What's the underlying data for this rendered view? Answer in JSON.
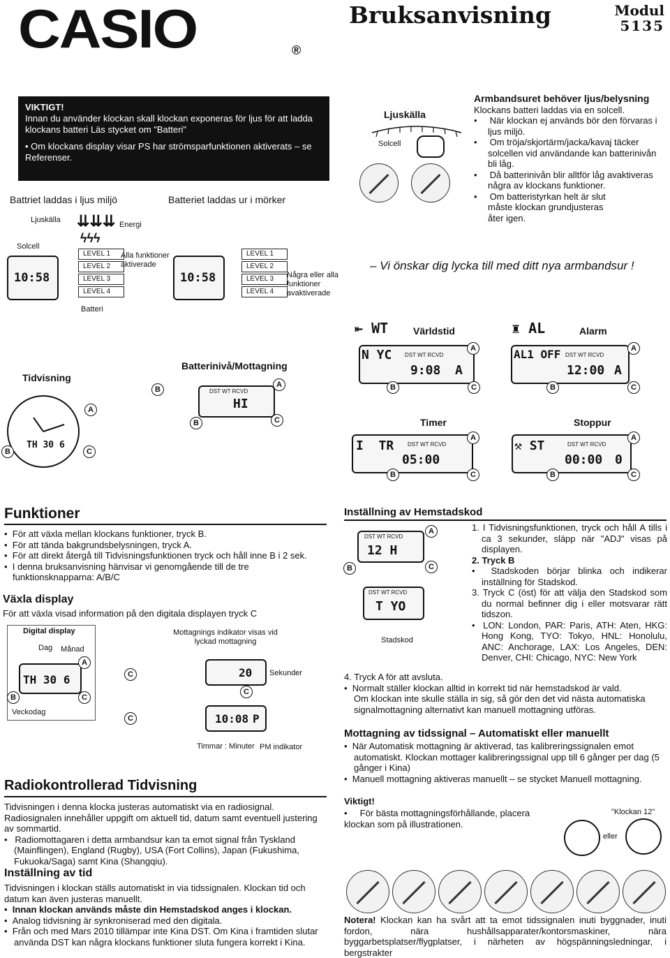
{
  "header": {
    "logo": "CASIO",
    "logo_mark": "®",
    "title": "Bruksanvisning",
    "modul_label": "Modul",
    "modul_number": "5135"
  },
  "warning": {
    "title": "VIKTIGT!",
    "line1": "Innan du använder klockan skall klockan exponeras för ljus för att ladda klockans batteri",
    "line2": "Läs stycket om \"Batteri\"",
    "bullet": "Om klockans display visar PS har strömsparfunktionen aktiverats – se Referenser."
  },
  "charging": {
    "light_title": "Battriet laddas i ljus miljö",
    "dark_title": "Batteriet laddas ur i mörker",
    "light_source": "Ljuskälla",
    "energy": "Energi",
    "solar_cell": "Solcell",
    "battery": "Batteri",
    "time": "10:58",
    "levels": [
      "LEVEL 1",
      "LEVEL 2",
      "LEVEL 3",
      "LEVEL 4"
    ],
    "all_active": "Alla funktioner aktiverade",
    "some_inactive": "Några eller alla funktioner avaktiverade"
  },
  "light_box": {
    "title": "Ljuskälla",
    "solcell": "Solcell"
  },
  "strap": {
    "title": "Armbandsuret behöver ljus/belysning",
    "intro": "Klockans batteri laddas via en solcell.",
    "bullets": [
      "När klockan ej används bör den förvaras i ljus miljö.",
      "Om tröja/skjortärm/jacka/kavaj täcker solcellen vid användande kan batterinivån bli låg.",
      "Då batterinivån blir alltför låg avaktiveras några av klockans funktioner.",
      "Om batteristyrkan helt är slut måste klockan grundjusteras åter igen."
    ],
    "wish": "– Vi önskar dig lycka till med ditt nya armbandsur !"
  },
  "modes": {
    "timekeeping": "Tidvisning",
    "battery_receive": "Batterinivå/Mottagning",
    "world_time": "Världstid",
    "alarm": "Alarm",
    "timer": "Timer",
    "stopwatch": "Stoppur",
    "dst": "DST",
    "wt": "WT",
    "rcvd": "RCVD",
    "btn_a": "A",
    "btn_b": "B",
    "btn_c": "C",
    "hi_display": "HI",
    "wt_code": "WT",
    "nyc_display": "N YC",
    "nyc_time": "9:08",
    "al_code": "AL",
    "al1_display": "AL1 OFF",
    "al1_time": "12:00",
    "tr_code": "TR",
    "timer_time": "05:00",
    "st_code": "ST",
    "st_time": "00:00",
    "st_sub": "0",
    "mode_suffix": "A",
    "th_day": "TH",
    "th_date": "30",
    "th_sub": "6"
  },
  "funktioner": {
    "title": "Funktioner",
    "bullets": [
      "För att växla mellan klockans funktioner, tryck B.",
      "För att tända bakgrundsbelysningen, tryck A.",
      "För att direkt återgå till Tidvisningsfunktionen tryck och håll inne B i 2 sek.",
      "I denna bruksanvisning hänvisar vi genomgående till de tre funktionsknapparna: A/B/C"
    ]
  },
  "vaxla": {
    "title": "Växla display",
    "text": "För att växla visad information på den digitala displayen tryck C",
    "digital_display": "Digital display",
    "dag": "Dag",
    "manad": "Månad",
    "veckodag": "Veckodag",
    "mottagning": "Mottagnings indikator visas vid lyckad mottagning",
    "sekunder": "Sekunder",
    "timmar": "Timmar : Minuter",
    "pm": "PM indikator",
    "seconds_value": "20",
    "time_value": "10:08",
    "pm_value": "P"
  },
  "radio": {
    "title": "Radiokontrollerad Tidvisning",
    "p1": "Tidvisningen i denna klocka justeras automatiskt via en radiosignal. Radiosignalen innehåller uppgift om aktuell tid, datum samt eventuell justering av sommartid.",
    "bullet": "Radiomottagaren i detta armbandsur kan ta emot signal från Tyskland (Mainflingen), England (Rugby), USA (Fort Collins), Japan (Fukushima, Fukuoka/Saga) samt Kina (Shangqiu)."
  },
  "installning_tid": {
    "title": "Inställning av tid",
    "p1": "Tidvisningen i klockan ställs automatiskt in via tidssignalen. Klockan tid och datum kan även justeras manuellt.",
    "bullets": [
      "Innan klockan används måste din Hemstadskod anges i klockan.",
      "Analog tidvisning är synkroniserad med den digitala.",
      "Från och med Mars 2010 tillämpar inte Kina DST. Om Kina i framtiden slutar använda DST kan några klockans funktioner sluta fungera korrekt i Kina."
    ]
  },
  "hemstad": {
    "title": "Inställning av Hemstadskod",
    "steps": [
      "1. I Tidvisningsfunktionen, tryck och håll A tills i ca 3 sekunder, släpp när \"ADJ\" visas på displayen.",
      "2. Tryck B",
      "Stadskoden börjar blinka och indikerar inställning för Stadskod.",
      "3. Tryck C (öst) för att välja den Stadskod som du normal befinner dig i eller motsvarar rätt tidszon.",
      "LON: London, PAR: Paris, ATH: Aten, HKG: Hong Kong, TYO: Tokyo, HNL: Honolulu, ANC: Anchorage, LAX: Los Angeles, DEN: Denver, CHI: Chicago, NYC: New York"
    ],
    "step4": "4. Tryck A för att avsluta.",
    "bullet": "Normalt ställer klockan alltid in korrekt tid när hemstadskod är vald.",
    "bullet_cont": "Om klockan inte skulle ställa in sig, så gör den det vid nästa automatiska signalmottagning alternativt kan manuell mottagning utföras.",
    "stadskod": "Stadskod",
    "disp1": "12 H",
    "disp2": "T YO"
  },
  "mottagning": {
    "title": "Mottagning av tidssignal – Automatiskt eller manuellt",
    "bullets": [
      "När Automatisk mottagning är aktiverad, tas kalibreringssignalen emot automatiskt. Klockan mottager kalibreringssignal upp till 6 gånger per dag (5 gånger i Kina)",
      "Manuell mottagning aktiveras manuellt – se stycket Manuell mottagning."
    ]
  },
  "viktigt2": {
    "title": "Viktigt!",
    "bullet": "För bästa mottagningsförhållande, placera klockan som på illustrationen.",
    "klockan12": "\"Klockan 12\"",
    "eller": "eller"
  },
  "notera": {
    "label": "Notera!",
    "text": "Klockan kan ha svårt att ta emot tidssignalen inuti byggnader, inuti fordon, nära hushållsapparater/kontorsmaskiner, nära byggarbetsplatser/flygplatser, i närheten av högspänningsledningar, i bergstrakter"
  }
}
